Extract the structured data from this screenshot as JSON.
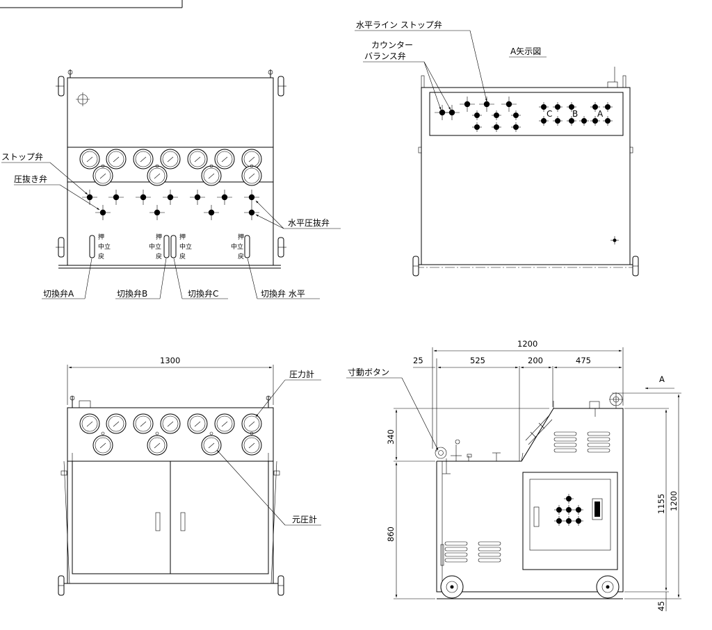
{
  "labels": {
    "stop_valve": "ストップ弁",
    "pressure_release_valve": "圧抜き弁",
    "horizontal_pressure_release_valve": "水平圧抜弁",
    "switch_valve_a": "切換弁A",
    "switch_valve_b": "切換弁B",
    "switch_valve_c": "切換弁C",
    "switch_valve_horizontal": "切換弁 水平",
    "lever_push": "押",
    "lever_neutral": "中立",
    "lever_return": "戻",
    "horizontal_line_stop_valve": "水平ライン ストップ弁",
    "counter_balance_line1": "カウンター",
    "counter_balance_line2": "バランス弁",
    "arrow_view_a": "A矢示図",
    "panel_letter_a": "A",
    "panel_letter_b": "B",
    "panel_letter_c": "C",
    "pressure_gauge": "圧力計",
    "main_pressure_gauge": "元圧計",
    "inching_button": "寸動ボタン",
    "view_arrow_letter": "A"
  },
  "dimensions": {
    "front_width": "1300",
    "side_total_width": "1200",
    "side_offset": "25",
    "side_seg1": "525",
    "side_seg2": "200",
    "side_seg3": "475",
    "height_upper": "340",
    "height_lower": "860",
    "height_1155": "1155",
    "height_1200": "1200",
    "bottom_clearance": "45"
  }
}
